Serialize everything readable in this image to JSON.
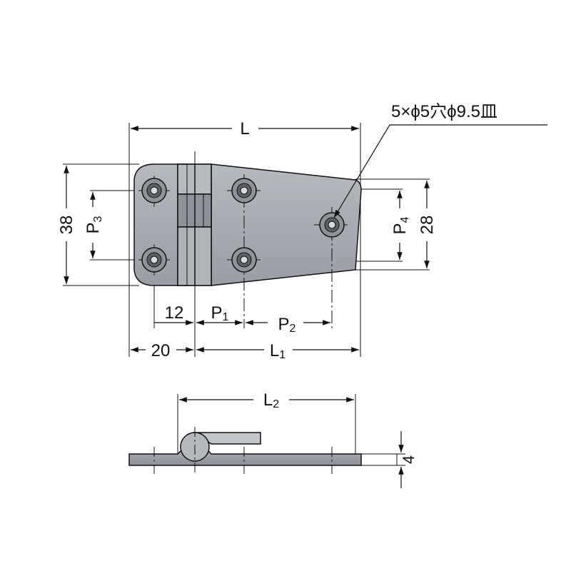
{
  "hole_spec": "5×ϕ5穴ϕ9.5皿",
  "dimensions": {
    "L": "L",
    "L1": "L",
    "L1_sub": "1",
    "L2": "L",
    "L2_sub": "2",
    "P1": "P",
    "P1_sub": "1",
    "P2": "P",
    "P2_sub": "2",
    "P3": "P",
    "P3_sub": "3",
    "P4": "P",
    "P4_sub": "4",
    "height_38": "38",
    "height_28": "28",
    "width_12": "12",
    "width_20": "20",
    "thickness_4": "4"
  },
  "colors": {
    "line": "#111111",
    "body": "#a9adb3",
    "body_dark": "#8f9399",
    "hole_ring": "#5d6065",
    "hole_center": "#d9dbde"
  }
}
